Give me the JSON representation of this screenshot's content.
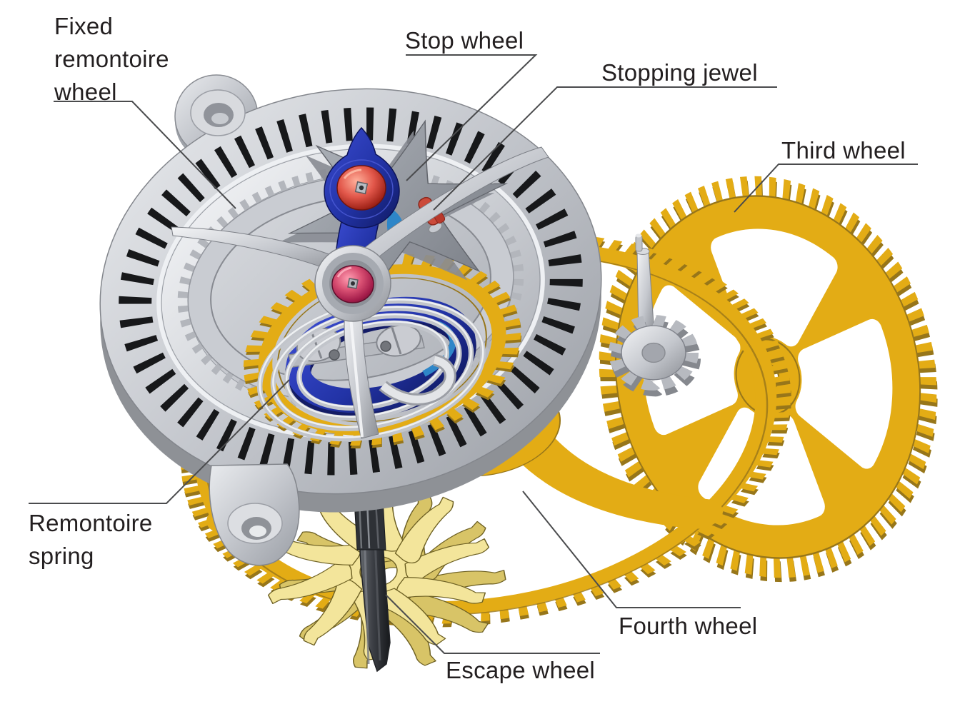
{
  "figure": {
    "background": "#ffffff",
    "description": "Exploded CAD-style diagram of a remontoire tourbillon escapement gear train"
  },
  "labels": {
    "fixed_remontoire_wheel": "Fixed\nremontoire\nwheel",
    "stop_wheel": "Stop wheel",
    "stopping_jewel": "Stopping jewel",
    "third_wheel": "Third wheel",
    "remontoire_spring": "Remontoire\nspring",
    "fourth_wheel": "Fourth wheel",
    "escape_wheel": "Escape wheel"
  },
  "colors": {
    "background": "#ffffff",
    "label_ink": "#231f20",
    "leader": "#4a4b4d",
    "steel_light": "#eef0f3",
    "steel_mid": "#c6c9cf",
    "steel_dark": "#8f939a",
    "tick_black": "#17181a",
    "gold": "#e3ac15",
    "gold_dark": "#97761a",
    "pale_gold": "#f3e59b",
    "pale_gold_dark": "#6e6124",
    "blue": "#2636b0",
    "blue_dark": "#141c66",
    "light_blue": "#2e86c8",
    "jewel_red": "#c03a28",
    "jewel_pink": "#c52655",
    "arbor_dark": "#3b3e44"
  }
}
